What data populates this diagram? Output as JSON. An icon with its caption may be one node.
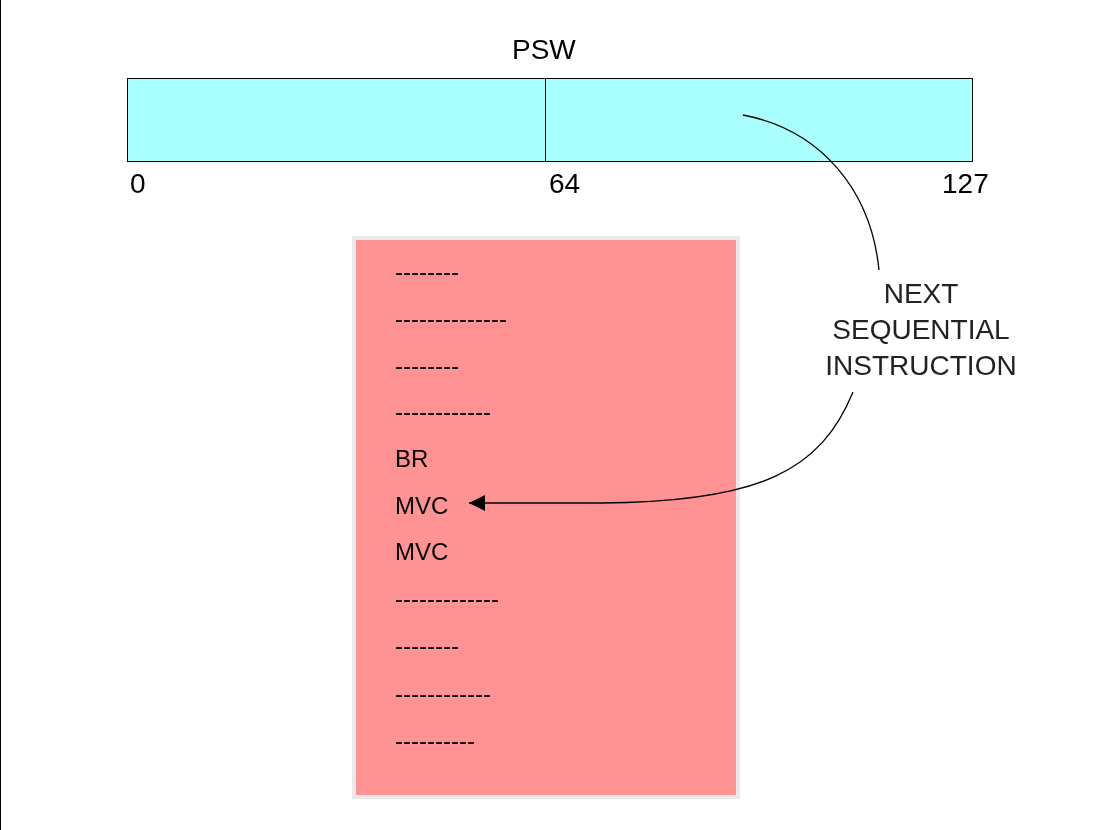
{
  "diagram": {
    "nodes": [
      {
        "text": [
          "PSW"
        ]
      },
      {
        "text": [],
        "shape": "box",
        "in": 0
      },
      {
        "text": [],
        "shape": "box",
        "in": 0
      },
      {
        "text": [],
        "shape": "box"
      },
      {
        "text": [
          "--------"
        ],
        "in": 3
      },
      {
        "text": [
          "--------------"
        ],
        "in": 3
      },
      {
        "text": [
          "--------"
        ],
        "in": 3
      },
      {
        "text": [
          "------------"
        ],
        "in": 3
      },
      {
        "text": [
          "BR"
        ],
        "in": 3
      },
      {
        "text": [
          "MVC"
        ],
        "in": 3
      },
      {
        "text": [
          "MVC"
        ],
        "in": 3
      },
      {
        "text": [
          "-------------"
        ],
        "in": 3
      },
      {
        "text": [
          "--------"
        ],
        "in": 3
      },
      {
        "text": [
          "------------"
        ],
        "in": 3
      },
      {
        "text": [
          "----------"
        ],
        "in": 3
      },
      {
        "text": [
          "NEXT SEQUENTIAL INSTRUCTION"
        ]
      }
    ],
    "edges": [
      {
        "from": 15,
        "to": 2,
        "arrow": "none"
      },
      {
        "from": 15,
        "to": 9,
        "arrow": "to"
      }
    ],
    "labels": [
      "0",
      "64",
      "127"
    ]
  }
}
